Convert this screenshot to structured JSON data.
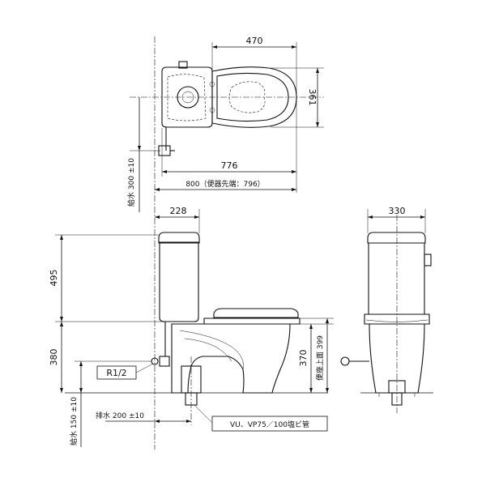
{
  "plan_view": {
    "width_dim": "470",
    "depth_dim": "361",
    "length_dim": "776",
    "overall_dim": "800（便器先端：796）",
    "supply_offset": "給水 300 ±10"
  },
  "front_view": {
    "tank_depth_dim": "228",
    "tank_height_dim": "495",
    "seat_height_dim": "380",
    "rim_height_dim": "370",
    "seat_top_label": "便座上面 399",
    "supply_height": "給水 150 ±10",
    "drain_offset": "排水 200 ±10",
    "supply_thread_label": "R1/2",
    "drain_pipe_label": "VU、VP75／100塩ビ管"
  },
  "side_view": {
    "width_dim": "330"
  }
}
